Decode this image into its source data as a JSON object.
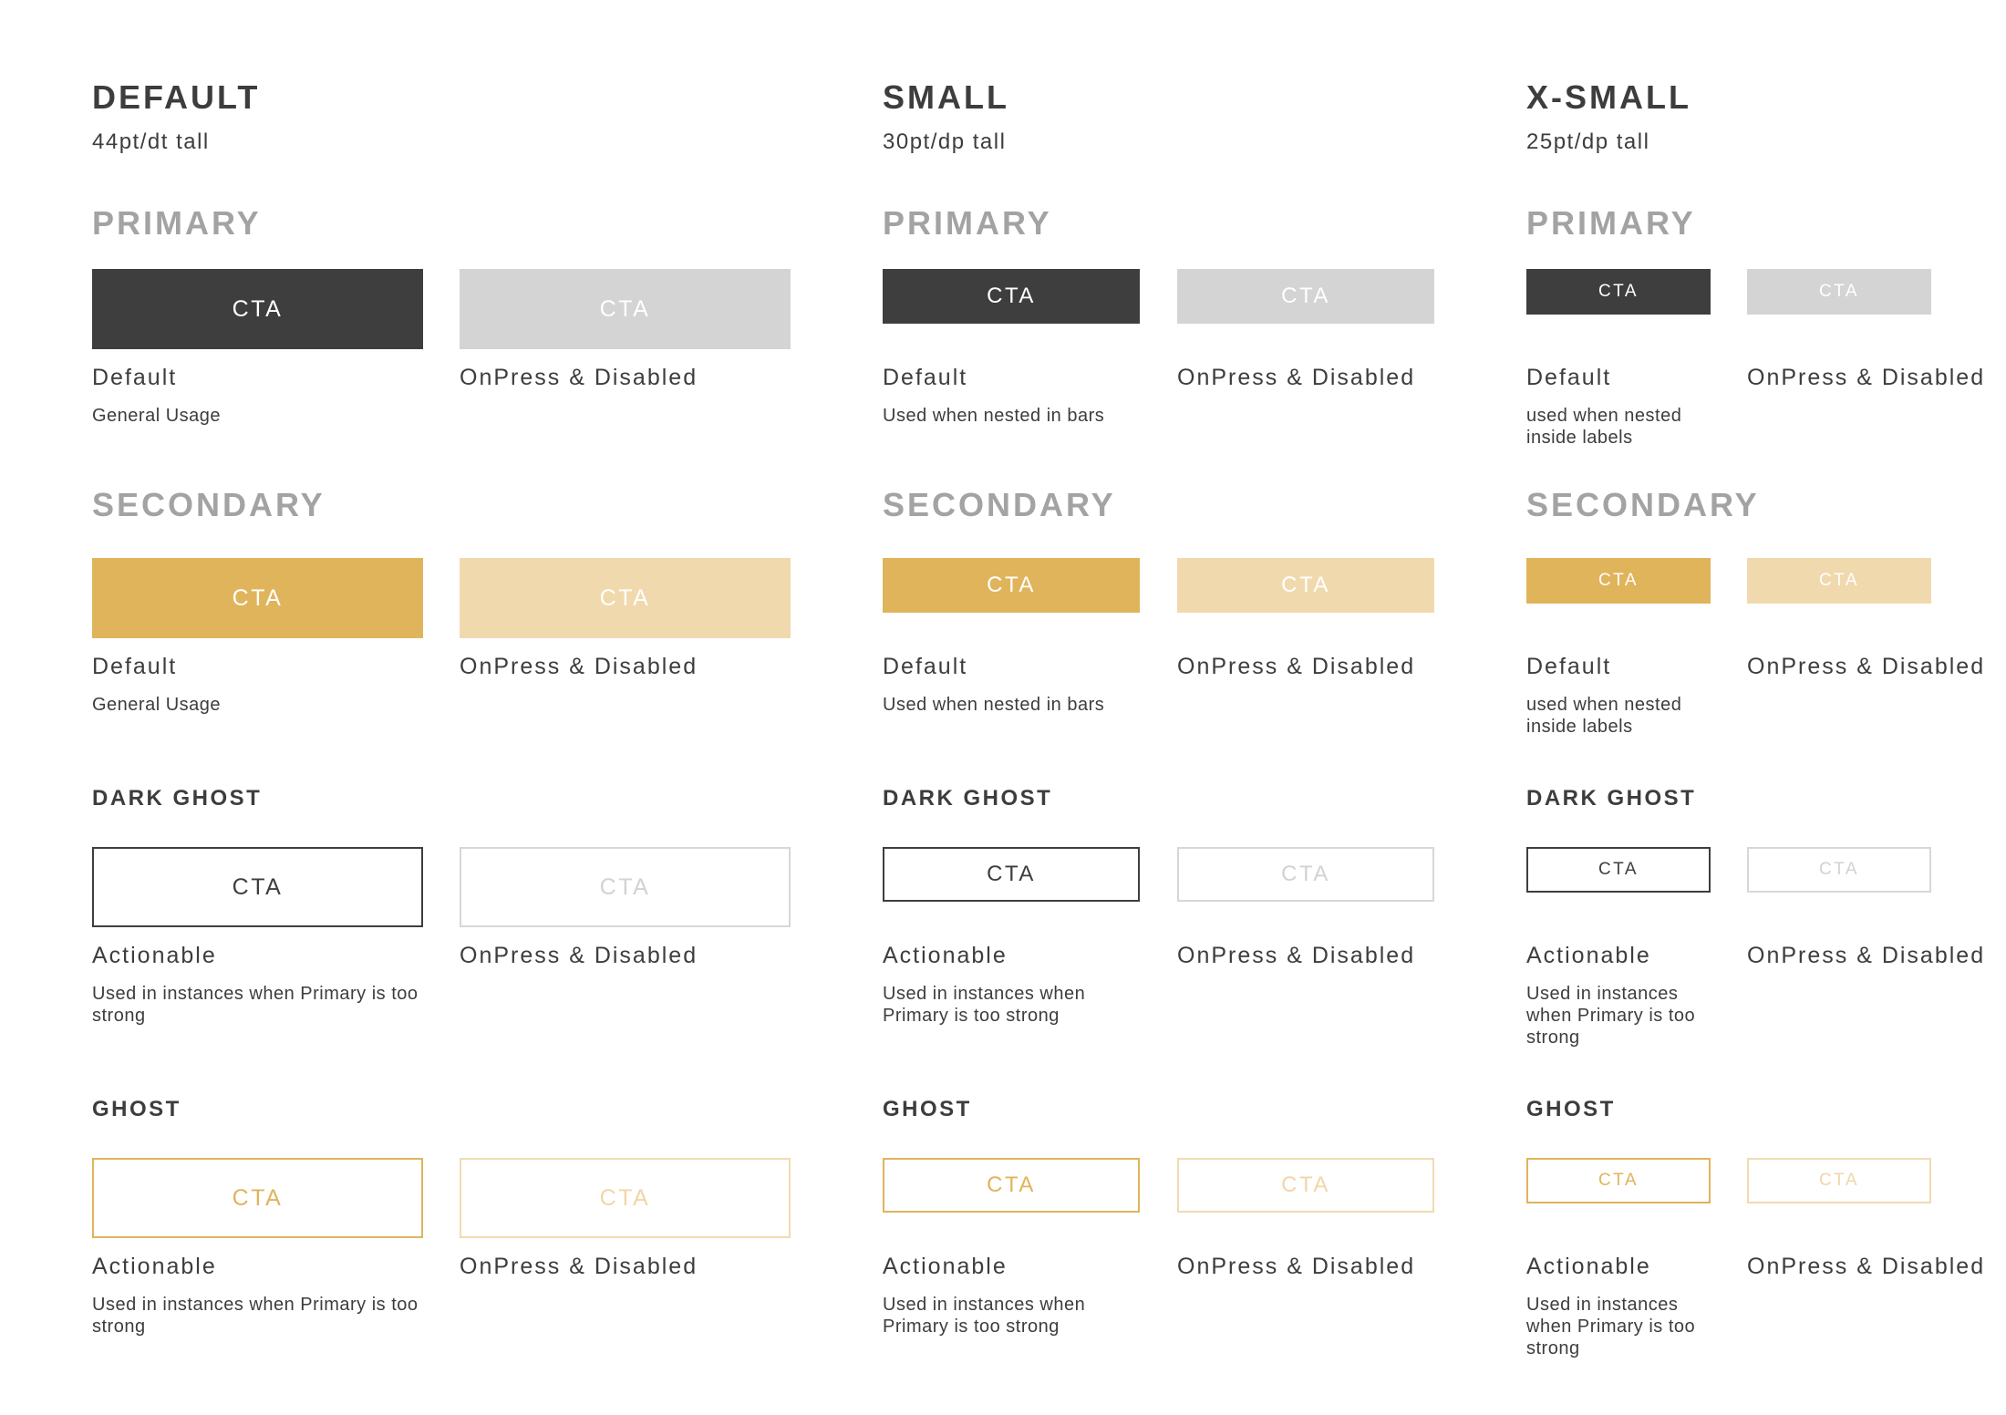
{
  "colors": {
    "dark": "#3e3e3e",
    "light_gray": "#d4d4d4",
    "gold": "#e0b45b",
    "light_gold": "#f1d9ae",
    "muted_heading": "#a3a3a3"
  },
  "columns": [
    {
      "title": "DEFAULT",
      "subtitle": "44pt/dt tall",
      "primary": {
        "heading": "PRIMARY",
        "btn_default": "CTA",
        "btn_disabled": "CTA",
        "state_default": "Default",
        "state_disabled": "OnPress & Disabled",
        "desc": "General Usage"
      },
      "secondary": {
        "heading": "SECONDARY",
        "btn_default": "CTA",
        "btn_disabled": "CTA",
        "state_default": "Default",
        "state_disabled": "OnPress & Disabled",
        "desc": "General Usage"
      },
      "dark_ghost": {
        "heading": "DARK GHOST",
        "btn_default": "CTA",
        "btn_disabled": "CTA",
        "state_default": "Actionable",
        "state_disabled": "OnPress & Disabled",
        "desc": "Used in instances when Primary is too strong"
      },
      "ghost": {
        "heading": "GHOST",
        "btn_default": "CTA",
        "btn_disabled": "CTA",
        "state_default": "Actionable",
        "state_disabled": "OnPress & Disabled",
        "desc": "Used in instances when Primary is too strong"
      }
    },
    {
      "title": "SMALL",
      "subtitle": "30pt/dp tall",
      "primary": {
        "heading": "PRIMARY",
        "btn_default": "CTA",
        "btn_disabled": "CTA",
        "state_default": "Default",
        "state_disabled": "OnPress & Disabled",
        "desc": "Used when nested in bars"
      },
      "secondary": {
        "heading": "SECONDARY",
        "btn_default": "CTA",
        "btn_disabled": "CTA",
        "state_default": "Default",
        "state_disabled": "OnPress & Disabled",
        "desc": "Used when nested in bars"
      },
      "dark_ghost": {
        "heading": "DARK GHOST",
        "btn_default": "CTA",
        "btn_disabled": "CTA",
        "state_default": "Actionable",
        "state_disabled": "OnPress & Disabled",
        "desc": "Used in instances when Primary is too strong"
      },
      "ghost": {
        "heading": "GHOST",
        "btn_default": "CTA",
        "btn_disabled": "CTA",
        "state_default": "Actionable",
        "state_disabled": "OnPress & Disabled",
        "desc": "Used in instances when Primary is too strong"
      }
    },
    {
      "title": "X-SMALL",
      "subtitle": "25pt/dp tall",
      "primary": {
        "heading": "PRIMARY",
        "btn_default": "CTA",
        "btn_disabled": "CTA",
        "state_default": "Default",
        "state_disabled": "OnPress & Disabled",
        "desc": "used when nested inside labels"
      },
      "secondary": {
        "heading": "SECONDARY",
        "btn_default": "CTA",
        "btn_disabled": "CTA",
        "state_default": "Default",
        "state_disabled": "OnPress & Disabled",
        "desc": "used when nested inside labels"
      },
      "dark_ghost": {
        "heading": "DARK GHOST",
        "btn_default": "CTA",
        "btn_disabled": "CTA",
        "state_default": "Actionable",
        "state_disabled": "OnPress & Disabled",
        "desc": "Used in instances when Primary is too strong"
      },
      "ghost": {
        "heading": "GHOST",
        "btn_default": "CTA",
        "btn_disabled": "CTA",
        "state_default": "Actionable",
        "state_disabled": "OnPress & Disabled",
        "desc": "Used in instances when Primary is too strong"
      }
    }
  ]
}
